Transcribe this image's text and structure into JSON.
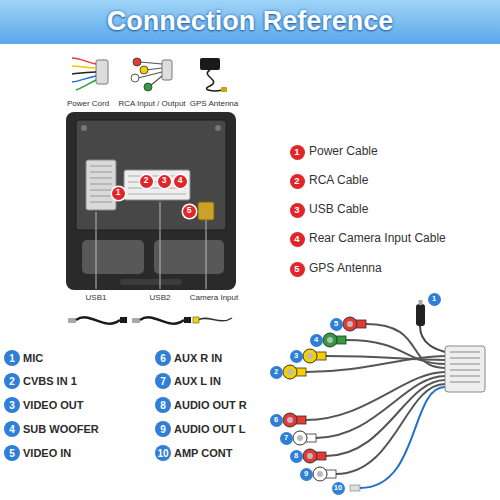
{
  "diagram": {
    "title": "Connection Reference",
    "labels": [
      "Power Cord",
      "RCA Input / Output",
      "GPS Antenna",
      "1",
      "2",
      "3",
      "4",
      "5",
      "USB1",
      "USB2",
      "Camera Input",
      "1",
      "Power Cable",
      "2",
      "RCA Cable",
      "3",
      "USB Cable",
      "4",
      "Rear Camera Input Cable",
      "5",
      "GPS Antenna",
      "1",
      "MIC",
      "2",
      "CVBS IN 1",
      "3",
      "VIDEO OUT",
      "4",
      "SUB WOOFER",
      "5",
      "VIDEO IN",
      "6",
      "AUX R IN",
      "7",
      "AUX L IN",
      "8",
      "AUDIO OUT R",
      "9",
      "AUDIO OUT L",
      "10",
      "AMP CONT",
      "1",
      "2",
      "3",
      "4",
      "5",
      "6",
      "7",
      "8",
      "9",
      "10"
    ]
  }
}
